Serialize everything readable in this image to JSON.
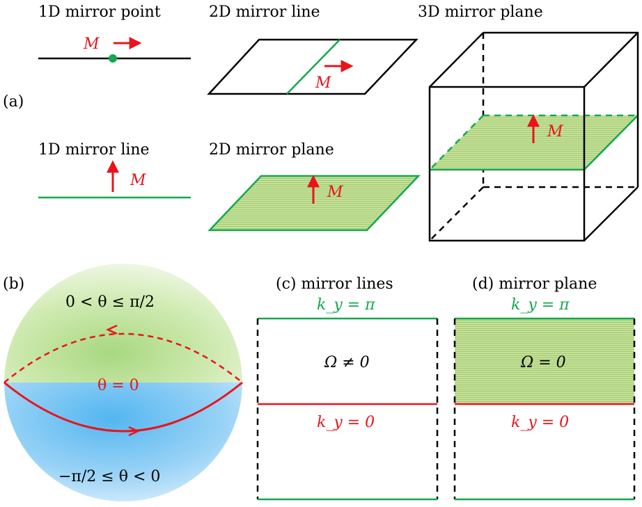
{
  "panel_a": {
    "tag": "(a)",
    "titles": {
      "mirror_point_1d": "1D mirror point",
      "mirror_line_2d": "2D mirror line",
      "mirror_plane_3d": "3D mirror plane",
      "mirror_line_1d": "1D mirror line",
      "mirror_plane_2d": "2D mirror plane"
    },
    "mirror_symbol": "M"
  },
  "panel_b": {
    "tag": "(b)",
    "upper_region": "0 < θ ≤ π/2",
    "equator": "θ = 0",
    "lower_region": "−π/2 ≤ θ < 0"
  },
  "panel_c": {
    "title": "(c)  mirror lines",
    "top_label": "k_y = π",
    "center_label": "Ω ≠ 0",
    "mid_label": "k_y = 0"
  },
  "panel_d": {
    "title": "(d)  mirror plane",
    "top_label": "k_y = π",
    "center_label": "Ω = 0",
    "mid_label": "k_y = 0"
  },
  "colors": {
    "green": "#12a84c",
    "red": "#e8141c",
    "black": "#000000",
    "hatch_green": "#b7d88a",
    "sphere_green": "#c9e7a3",
    "sphere_blue": "#6dc2f2"
  }
}
